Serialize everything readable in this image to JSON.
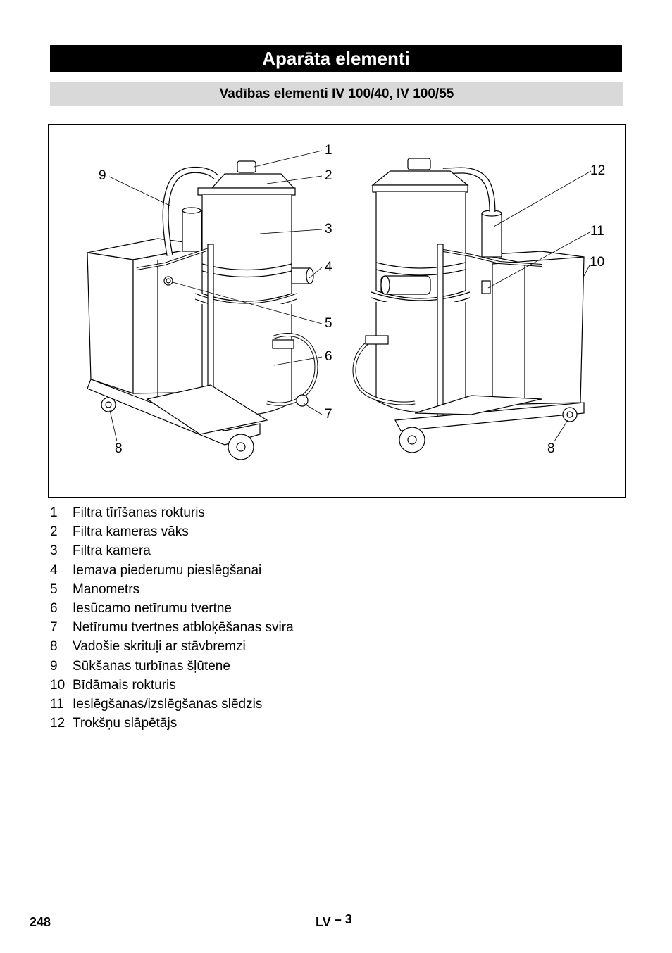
{
  "header": {
    "title": "Aparāta elementi",
    "subtitle": "Vadības elementi IV  100/40, IV 100/55"
  },
  "figure": {
    "callouts": [
      "1",
      "2",
      "3",
      "4",
      "5",
      "6",
      "7",
      "8",
      "9",
      "12",
      "11",
      "10",
      "8"
    ]
  },
  "legend": [
    {
      "num": "1",
      "text": "Filtra tīrīšanas rokturis"
    },
    {
      "num": "2",
      "text": "Filtra kameras vāks"
    },
    {
      "num": "3",
      "text": "Filtra kamera"
    },
    {
      "num": "4",
      "text": "Iemava piederumu pieslēgšanai"
    },
    {
      "num": "5",
      "text": "Manometrs"
    },
    {
      "num": "6",
      "text": "Iesūcamo netīrumu tvertne"
    },
    {
      "num": "7",
      "text": "Netīrumu tvertnes atbloķēšanas svira"
    },
    {
      "num": "8",
      "text": "Vadošie skrituļi ar stāvbremzi"
    },
    {
      "num": "9",
      "text": "Sūkšanas turbīnas šļūtene"
    },
    {
      "num": "10",
      "text": "Bīdāmais rokturis"
    },
    {
      "num": "11",
      "text": "Ieslēgšanas/izslēgšanas slēdzis"
    },
    {
      "num": "12",
      "text": "Trokšņu slāpētājs"
    }
  ],
  "footer": {
    "page_number": "248",
    "language": "LV",
    "section": "– 3"
  }
}
